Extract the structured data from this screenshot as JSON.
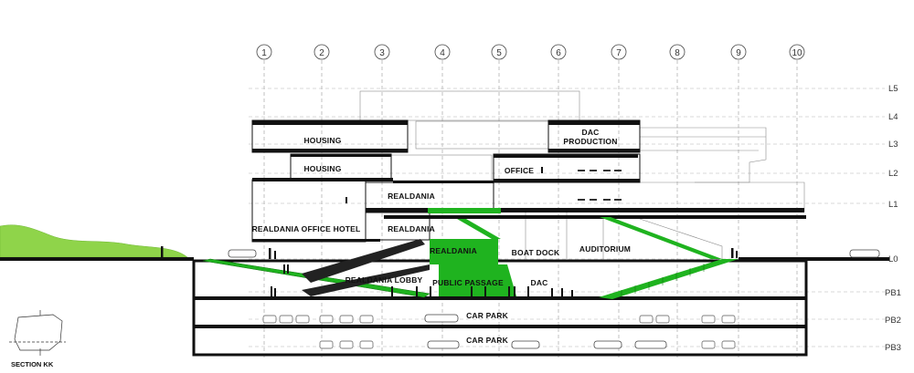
{
  "grid_lines": [
    "1",
    "2",
    "3",
    "4",
    "5",
    "6",
    "7",
    "8",
    "9",
    "10"
  ],
  "levels": [
    "L5",
    "L4",
    "L3",
    "L2",
    "L1",
    "L0",
    "PB1",
    "PB2",
    "PB3"
  ],
  "rooms": {
    "housing_upper": "HOUSING",
    "housing_lower": "HOUSING",
    "dac_production_1": "DAC",
    "dac_production_2": "PRODUCTION",
    "office": "OFFICE",
    "realdania_l1": "REALDANIA",
    "realdania_office_hotel": "REALDANIA OFFICE HOTEL",
    "realdania_mid": "REALDANIA",
    "realdania_l0": "REALDANIA",
    "boat_dock": "BOAT DOCK",
    "auditorium": "AUDITORIUM",
    "realdania_lobby": "REALDANIA LOBBY",
    "public_passage": "PUBLIC PASSAGE",
    "dac": "DAC",
    "car_park_pb2": "CAR PARK",
    "car_park_pb3": "CAR PARK"
  },
  "key_plan": {
    "caption": "SECTION KK"
  },
  "colors": {
    "accent_green": "#1fb31f",
    "landscape_green": "#8fd44a",
    "structure": "#111111"
  }
}
